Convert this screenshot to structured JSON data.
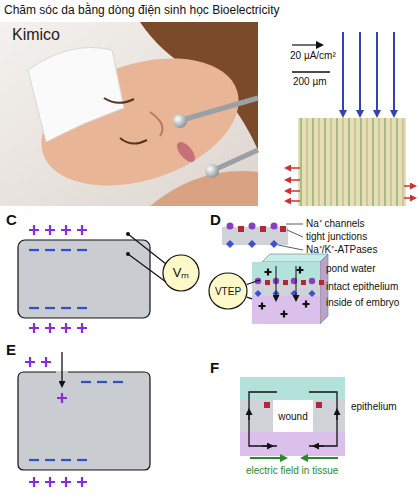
{
  "diagram": {
    "title": "Chăm sóc da bằng dòng điện sinh học Bioelectricity",
    "nodes": [
      {
        "text": [
          "Vₘ"
        ]
      },
      {
        "text": [
          "pond water"
        ]
      },
      {
        "text": [
          "intact epithelium"
        ]
      },
      {
        "text": [
          "inside of embryo"
        ]
      },
      {
        "text": [
          "VTEP"
        ]
      },
      {
        "text": [
          "epithelium"
        ]
      },
      {
        "text": [
          "wound"
        ],
        "in": 5
      }
    ],
    "edges": [
      {
        "from": 4,
        "to": 1,
        "arrow": "none"
      },
      {
        "from": 4,
        "to": 3,
        "arrow": "none"
      }
    ],
    "labels": [
      "Kimico",
      "20 µA/cm²",
      "200 µm",
      "C",
      "D",
      "E",
      "F",
      "electric field in tissue"
    ],
    "legend": [
      {
        "text": "Na⁺ channels"
      },
      {
        "text": "tight junctions"
      },
      {
        "text": "Na⁺/K⁺-ATPases"
      }
    ]
  }
}
